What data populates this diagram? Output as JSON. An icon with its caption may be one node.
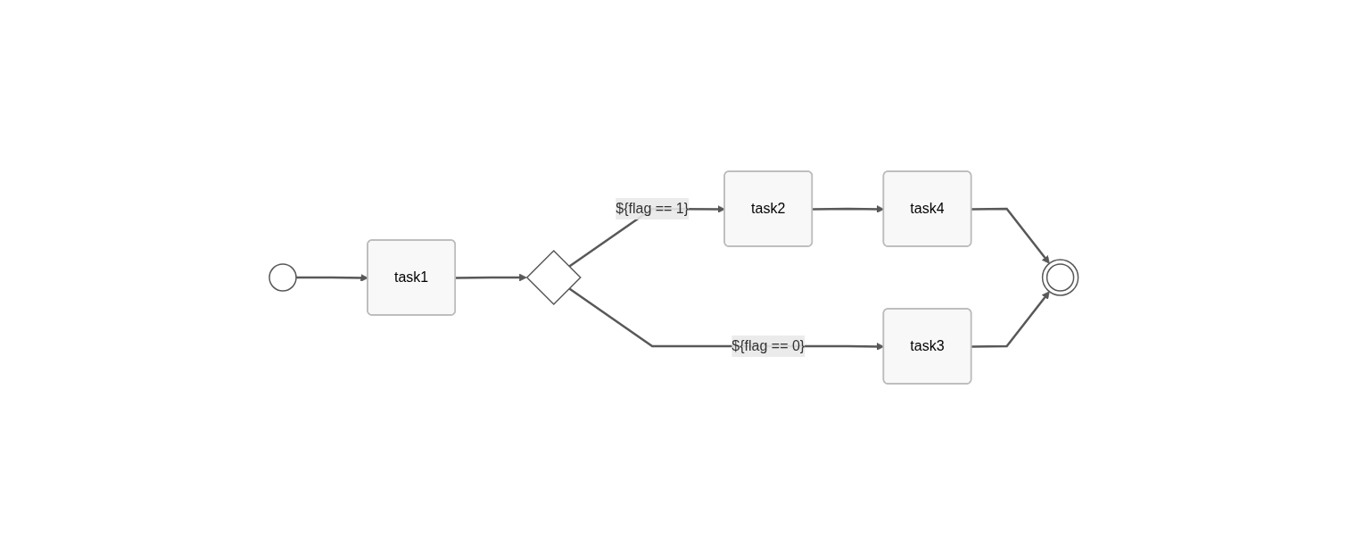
{
  "diagram": {
    "nodes": [
      {
        "text": [],
        "shape": "circle"
      },
      {
        "text": [
          "task1"
        ]
      },
      {
        "text": [],
        "shape": "diamond"
      },
      {
        "text": [
          "task2"
        ]
      },
      {
        "text": [
          "task4"
        ]
      },
      {
        "text": [
          "task3"
        ]
      },
      {
        "text": [],
        "shape": "circle"
      }
    ],
    "edges": [
      {
        "from": 0,
        "to": 1,
        "arrow": "to"
      },
      {
        "from": 1,
        "to": 2,
        "arrow": "to"
      },
      {
        "from": 2,
        "to": 3,
        "arrow": "to",
        "label": "${flag == 1}"
      },
      {
        "from": 2,
        "to": 5,
        "arrow": "to",
        "label": "${flag == 0}"
      },
      {
        "from": 3,
        "to": 4,
        "arrow": "to"
      },
      {
        "from": 4,
        "to": 6,
        "arrow": "to"
      },
      {
        "from": 5,
        "to": 6,
        "arrow": "to"
      }
    ]
  }
}
